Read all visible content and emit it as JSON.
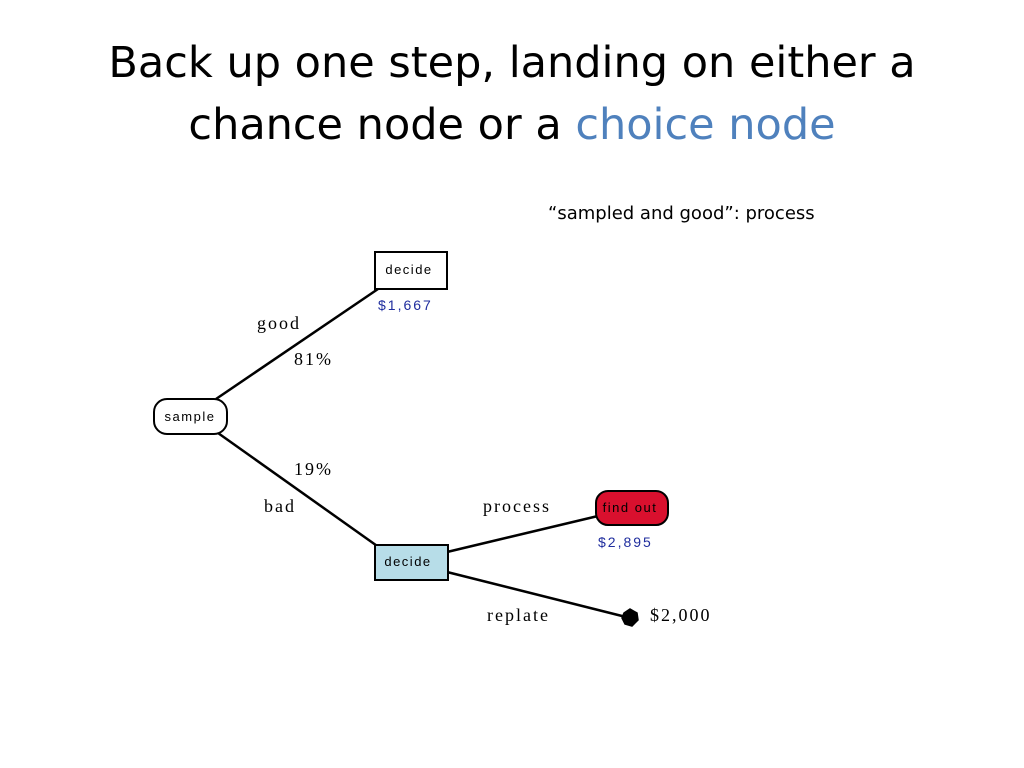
{
  "title": {
    "line1": "Back up one step, landing on either a",
    "line2_plain": "chance node or a ",
    "line2_accent": "choice node"
  },
  "caption": "“sampled and good”: process",
  "colors": {
    "accent": "#4f81bd",
    "value_text": "#1f2d9e",
    "active_choice_fill": "#b7dde8",
    "chance_node_fill": "#d9102e"
  },
  "tree": {
    "root": {
      "label": "sample",
      "kind": "chance"
    },
    "good_branch": {
      "label": "good",
      "probability": "81%"
    },
    "bad_branch": {
      "label": "bad",
      "probability": "19%"
    },
    "decide_good": {
      "label": "decide",
      "value": "$1,667",
      "kind": "choice"
    },
    "decide_bad": {
      "label": "decide",
      "kind": "choice",
      "highlighted": true
    },
    "process_branch": {
      "label": "process"
    },
    "replate_branch": {
      "label": "replate"
    },
    "findout": {
      "label": "find out",
      "value": "$2,895",
      "kind": "chance"
    },
    "terminal": {
      "value": "$2,000",
      "kind": "terminal"
    }
  }
}
